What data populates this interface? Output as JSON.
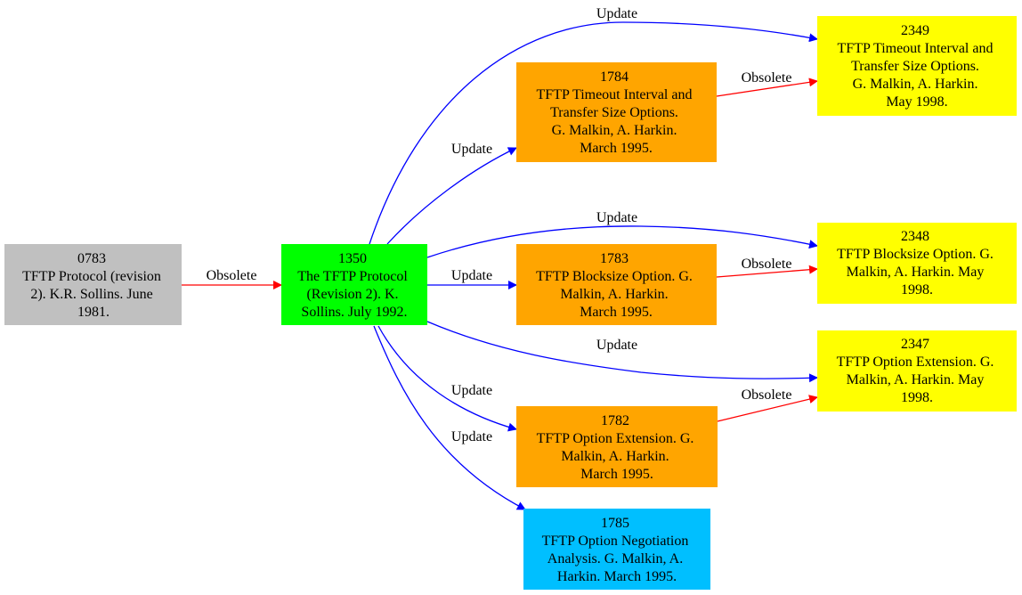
{
  "colors": {
    "obsolete_edge": "#ff0000",
    "update_edge": "#0000ff",
    "node_gray": "#c0c0c0",
    "node_green": "#00ff00",
    "node_orange": "#ffa500",
    "node_yellow": "#ffff00",
    "node_cyan": "#00bfff"
  },
  "nodes": [
    {
      "id": "rfc-0783",
      "color": "#c0c0c0",
      "lines": [
        "0783",
        "TFTP Protocol (revision",
        "2). K.R. Sollins. June",
        "1981."
      ]
    },
    {
      "id": "rfc-1350",
      "color": "#00ff00",
      "lines": [
        "1350",
        "The TFTP Protocol",
        "(Revision 2). K.",
        "Sollins. July 1992."
      ]
    },
    {
      "id": "rfc-1784",
      "color": "#ffa500",
      "lines": [
        "1784",
        "TFTP Timeout Interval and",
        "Transfer Size Options.",
        "G. Malkin, A. Harkin.",
        "March 1995."
      ]
    },
    {
      "id": "rfc-1783",
      "color": "#ffa500",
      "lines": [
        "1783",
        "TFTP Blocksize Option. G.",
        "Malkin, A. Harkin.",
        "March 1995."
      ]
    },
    {
      "id": "rfc-1782",
      "color": "#ffa500",
      "lines": [
        "1782",
        "TFTP Option Extension. G.",
        "Malkin, A. Harkin.",
        "March 1995."
      ]
    },
    {
      "id": "rfc-1785",
      "color": "#00bfff",
      "lines": [
        "1785",
        "TFTP Option Negotiation",
        "Analysis. G. Malkin, A.",
        "Harkin. March 1995."
      ]
    },
    {
      "id": "rfc-2349",
      "color": "#ffff00",
      "lines": [
        "2349",
        "TFTP Timeout Interval and",
        "Transfer Size Options.",
        "G. Malkin, A. Harkin.",
        "May 1998."
      ]
    },
    {
      "id": "rfc-2348",
      "color": "#ffff00",
      "lines": [
        "2348",
        "TFTP Blocksize Option. G.",
        "Malkin, A. Harkin. May",
        "1998."
      ]
    },
    {
      "id": "rfc-2347",
      "color": "#ffff00",
      "lines": [
        "2347",
        "TFTP Option Extension. G.",
        "Malkin, A. Harkin. May",
        "1998."
      ]
    }
  ],
  "edges": [
    {
      "id": "edge-0783-1350",
      "from": "0783",
      "to": "1350",
      "label": "Obsolete",
      "kind": "obsolete"
    },
    {
      "id": "edge-1350-2349",
      "from": "1350",
      "to": "2349",
      "label": "Update",
      "kind": "update"
    },
    {
      "id": "edge-1350-1784",
      "from": "1350",
      "to": "1784",
      "label": "Update",
      "kind": "update"
    },
    {
      "id": "edge-1350-2348",
      "from": "1350",
      "to": "2348",
      "label": "Update",
      "kind": "update"
    },
    {
      "id": "edge-1350-1783",
      "from": "1350",
      "to": "1783",
      "label": "Update",
      "kind": "update"
    },
    {
      "id": "edge-1350-2347",
      "from": "1350",
      "to": "2347",
      "label": "Update",
      "kind": "update"
    },
    {
      "id": "edge-1350-1782",
      "from": "1350",
      "to": "1782",
      "label": "Update",
      "kind": "update"
    },
    {
      "id": "edge-1350-1785",
      "from": "1350",
      "to": "1785",
      "label": "Update",
      "kind": "update"
    },
    {
      "id": "edge-1784-2349",
      "from": "1784",
      "to": "2349",
      "label": "Obsolete",
      "kind": "obsolete"
    },
    {
      "id": "edge-1783-2348",
      "from": "1783",
      "to": "2348",
      "label": "Obsolete",
      "kind": "obsolete"
    },
    {
      "id": "edge-1782-2347",
      "from": "1782",
      "to": "2347",
      "label": "Obsolete",
      "kind": "obsolete"
    }
  ]
}
